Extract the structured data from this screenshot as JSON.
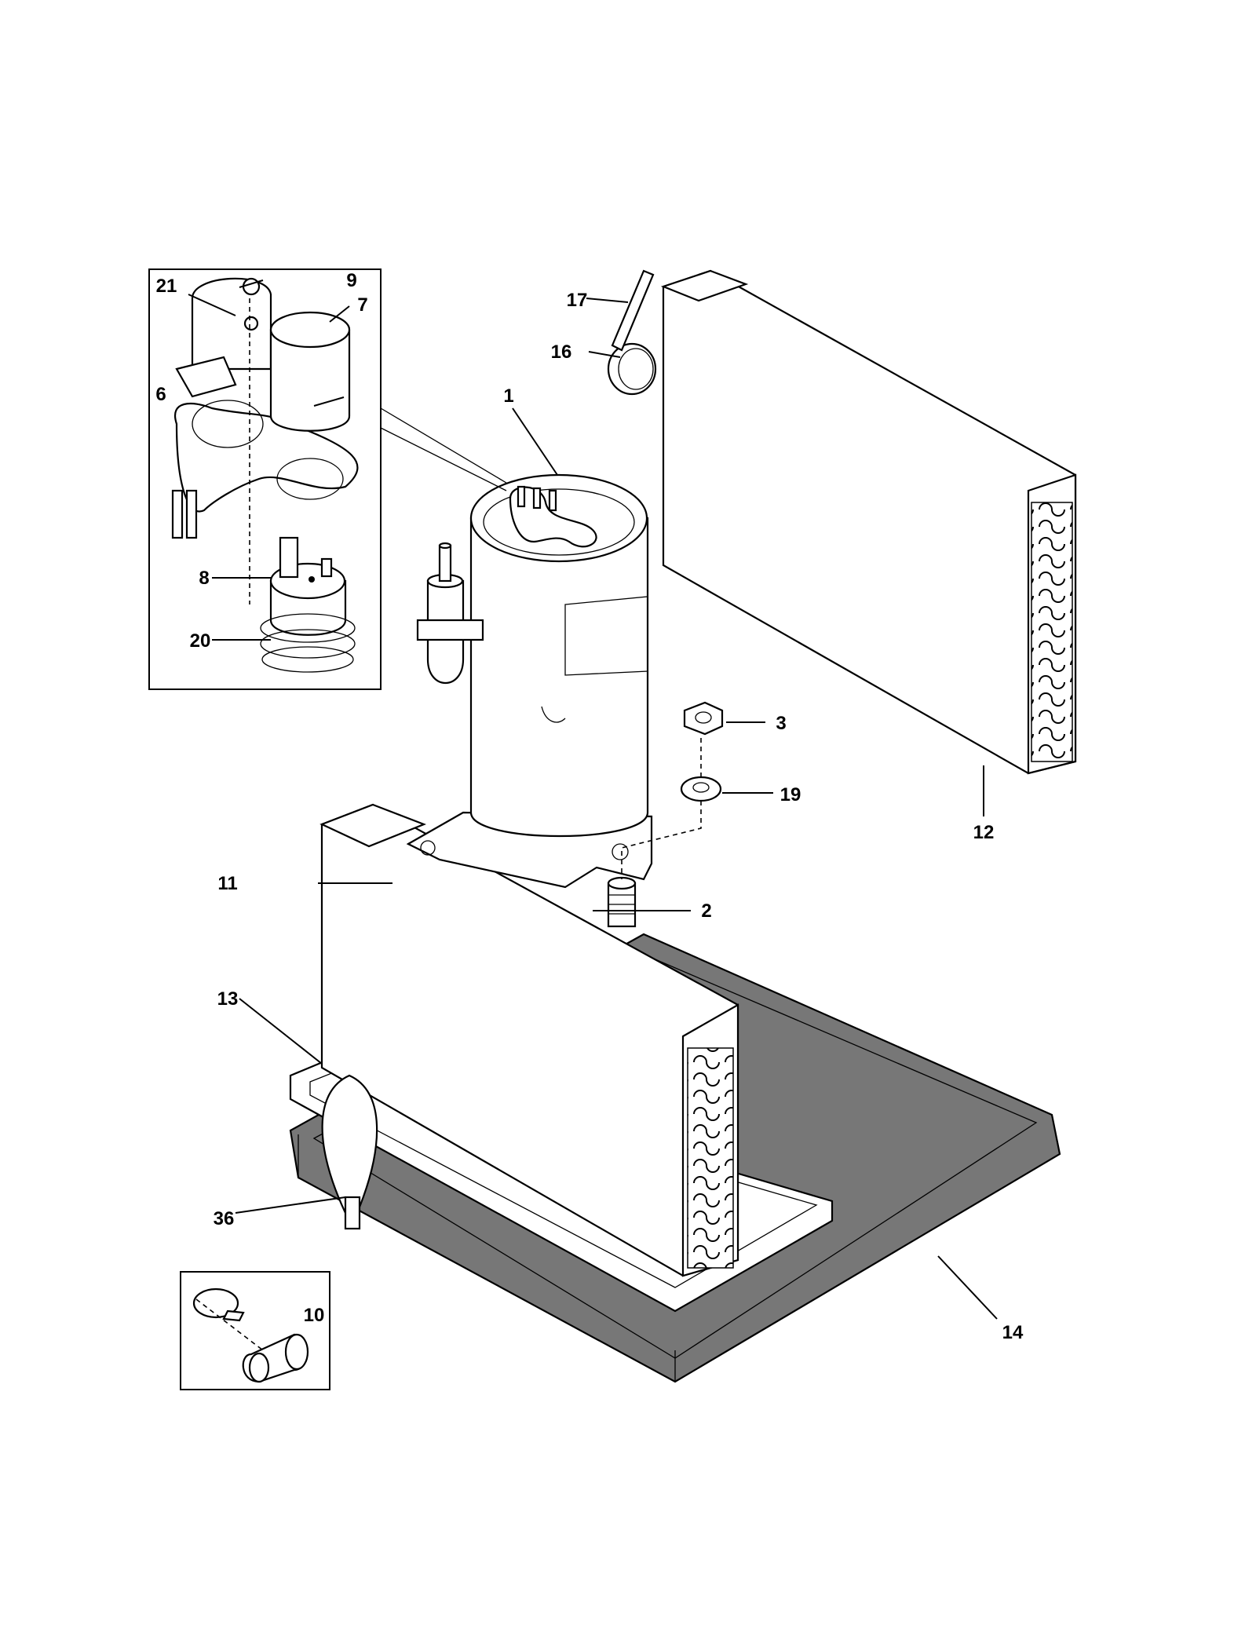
{
  "callouts": {
    "c1": "1",
    "c2": "2",
    "c3": "3",
    "c6": "6",
    "c7": "7",
    "c8": "8",
    "c9": "9",
    "c10": "10",
    "c11": "11",
    "c12": "12",
    "c13": "13",
    "c14": "14",
    "c16": "16",
    "c17": "17",
    "c19": "19",
    "c20": "20",
    "c21": "21",
    "c36": "36"
  },
  "parts": [
    {
      "callout": "1",
      "icon": "compressor-icon"
    },
    {
      "callout": "2",
      "icon": "grommet-icon"
    },
    {
      "callout": "3",
      "icon": "hex-nut-icon"
    },
    {
      "callout": "6",
      "icon": "terminal-bracket-icon"
    },
    {
      "callout": "7",
      "icon": "terminal-cover-icon"
    },
    {
      "callout": "8",
      "icon": "overload-protector-icon"
    },
    {
      "callout": "9",
      "icon": "nut-icon"
    },
    {
      "callout": "10",
      "icon": "clip-and-cap-icon"
    },
    {
      "callout": "11",
      "icon": "evaporator-coil-icon"
    },
    {
      "callout": "12",
      "icon": "condenser-coil-icon"
    },
    {
      "callout": "13",
      "icon": "drain-pan-icon"
    },
    {
      "callout": "14",
      "icon": "base-pan-icon"
    },
    {
      "callout": "16",
      "icon": "capillary-tube-icon"
    },
    {
      "callout": "17",
      "icon": "strainer-icon"
    },
    {
      "callout": "19",
      "icon": "washer-icon"
    },
    {
      "callout": "20",
      "icon": "spring-clip-icon"
    },
    {
      "callout": "21",
      "icon": "washer-icon"
    },
    {
      "callout": "36",
      "icon": "strap-icon"
    }
  ]
}
